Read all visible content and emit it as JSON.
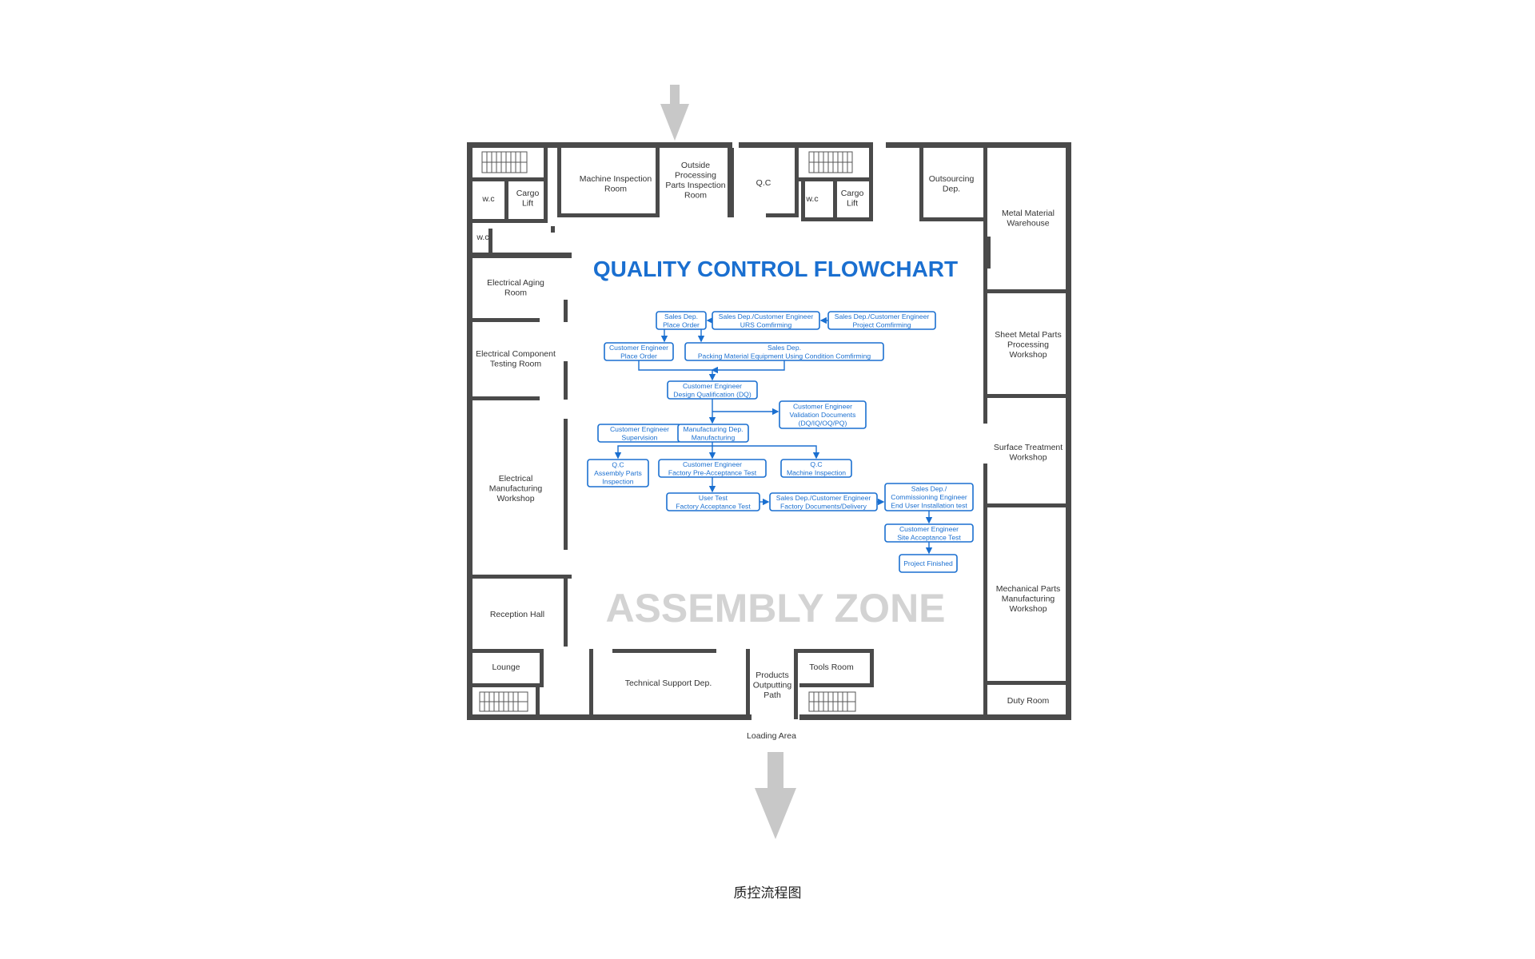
{
  "flowchart_title": "QUALITY CONTROL FLOWCHART",
  "zone_label": "ASSEMBLY ZONE",
  "caption": "质控流程图",
  "colors": {
    "wall": "#4a4a4a",
    "flow": "#1a6fd0",
    "arrow": "#c8c8c8",
    "zone": "#d3d3d3"
  },
  "rooms": {
    "wc_top_left": [
      "w.c"
    ],
    "cargo_lift_left": [
      "Cargo",
      "Lift"
    ],
    "wc_left": [
      "w.c"
    ],
    "machine_inspection": [
      "Machine Inspection",
      "Room"
    ],
    "outside_processing": [
      "Outside",
      "Processing",
      "Parts Inspection",
      "Room"
    ],
    "qc_top": [
      "Q.C"
    ],
    "wc_mid": [
      "w.c"
    ],
    "cargo_lift_mid": [
      "Cargo",
      "Lift"
    ],
    "outsourcing": [
      "Outsourcing",
      "Dep."
    ],
    "metal_warehouse": [
      "Metal Material",
      "Warehouse"
    ],
    "electrical_aging": [
      "Electrical Aging",
      "Room"
    ],
    "electrical_component": [
      "Electrical Component",
      "Testing Room"
    ],
    "electrical_manufacturing": [
      "Electrical",
      "Manufacturing",
      "Workshop"
    ],
    "reception": [
      "Reception Hall"
    ],
    "lounge": [
      "Lounge"
    ],
    "technical_support": [
      "Technical Support Dep."
    ],
    "products_path": [
      "Products",
      "Outputting",
      "Path"
    ],
    "tools_room": [
      "Tools Room"
    ],
    "sheet_metal": [
      "Sheet Metal Parts",
      "Processing",
      "Workshop"
    ],
    "surface_treatment": [
      "Surface Treatment",
      "Workshop"
    ],
    "mechanical_parts": [
      "Mechanical Parts",
      "Manufacturing",
      "Workshop"
    ],
    "duty_room": [
      "Duty Room"
    ],
    "loading_area": [
      "Loading Area"
    ]
  },
  "flowchart": {
    "nodes": [
      {
        "id": "place_order",
        "lines": [
          "Sales Dep.",
          "Place Order"
        ]
      },
      {
        "id": "urs",
        "lines": [
          "Sales Dep./Customer Engineer",
          "URS Comfirming"
        ]
      },
      {
        "id": "project_confirm",
        "lines": [
          "Sales Dep./Customer Engineer",
          "Project Comfirming"
        ]
      },
      {
        "id": "ce_place_order",
        "lines": [
          "Customer Engineer",
          "Place Order"
        ]
      },
      {
        "id": "packing",
        "lines": [
          "Sales Dep.",
          "Packing Material Equipment Using Condition Comfirming"
        ]
      },
      {
        "id": "dq",
        "lines": [
          "Customer Engineer",
          "Design Qualification (DQ)"
        ]
      },
      {
        "id": "validation",
        "lines": [
          "Customer Engineer",
          "Validation Documents",
          "(DQ/IQ/OQ/PQ)"
        ]
      },
      {
        "id": "supervision",
        "lines": [
          "Customer Engineer",
          "Supervision"
        ]
      },
      {
        "id": "manufacturing",
        "lines": [
          "Manufacturing Dep.",
          "Manufacturing"
        ]
      },
      {
        "id": "assembly_parts",
        "lines": [
          "Q.C",
          "Assembly Parts",
          "Inspection"
        ]
      },
      {
        "id": "fpat",
        "lines": [
          "Customer Engineer",
          "Factory Pre-Acceptance Test"
        ]
      },
      {
        "id": "machine_insp",
        "lines": [
          "Q.C",
          "Machine Inspection"
        ]
      },
      {
        "id": "fat",
        "lines": [
          "User Test",
          "Factory Acceptance Test"
        ]
      },
      {
        "id": "factory_docs",
        "lines": [
          "Sales Dep./Customer Engineer",
          "Factory Documents/Delivery"
        ]
      },
      {
        "id": "end_user",
        "lines": [
          "Sales Dep./",
          "Commissioning Engineer",
          "End User Installation test"
        ]
      },
      {
        "id": "sat",
        "lines": [
          "Customer Engineer",
          "Site Acceptance Test"
        ]
      },
      {
        "id": "finished",
        "lines": [
          "Project Finished"
        ]
      }
    ]
  }
}
